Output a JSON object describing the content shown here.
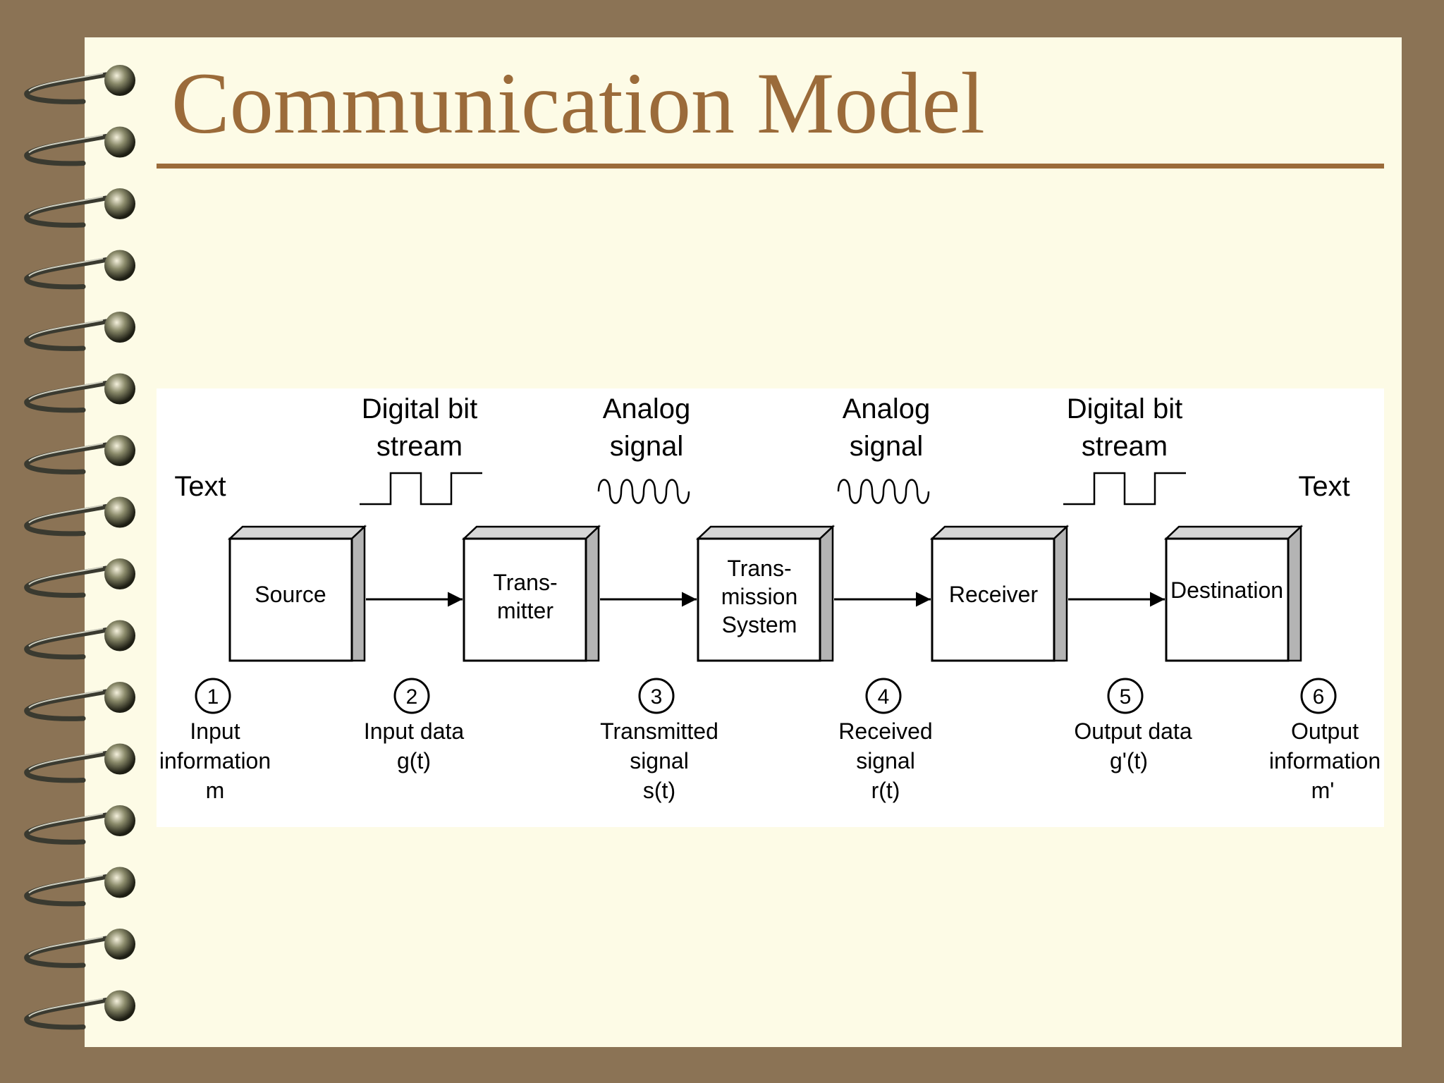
{
  "slide": {
    "title": "Communication Model"
  },
  "diagram": {
    "top_labels": {
      "text_left": "Text",
      "digital_bit_stream_1": [
        "Digital bit",
        "stream"
      ],
      "analog_signal_1": [
        "Analog",
        "signal"
      ],
      "analog_signal_2": [
        "Analog",
        "signal"
      ],
      "digital_bit_stream_2": [
        "Digital bit",
        "stream"
      ],
      "text_right": "Text"
    },
    "boxes": [
      {
        "lines": [
          "Source"
        ]
      },
      {
        "lines": [
          "Trans-",
          "mitter"
        ]
      },
      {
        "lines": [
          "Trans-",
          "mission",
          "System"
        ]
      },
      {
        "lines": [
          "Receiver"
        ]
      },
      {
        "lines": [
          "Destination"
        ]
      }
    ],
    "stages": [
      {
        "number": "1",
        "caption": [
          "Input",
          "information",
          "m"
        ]
      },
      {
        "number": "2",
        "caption": [
          "Input data",
          "g(t)"
        ]
      },
      {
        "number": "3",
        "caption": [
          "Transmitted",
          "signal",
          "s(t)"
        ]
      },
      {
        "number": "4",
        "caption": [
          "Received",
          "signal",
          "r(t)"
        ]
      },
      {
        "number": "5",
        "caption": [
          "Output data",
          "g'(t)"
        ]
      },
      {
        "number": "6",
        "caption": [
          "Output",
          "information",
          "m'"
        ]
      }
    ]
  }
}
